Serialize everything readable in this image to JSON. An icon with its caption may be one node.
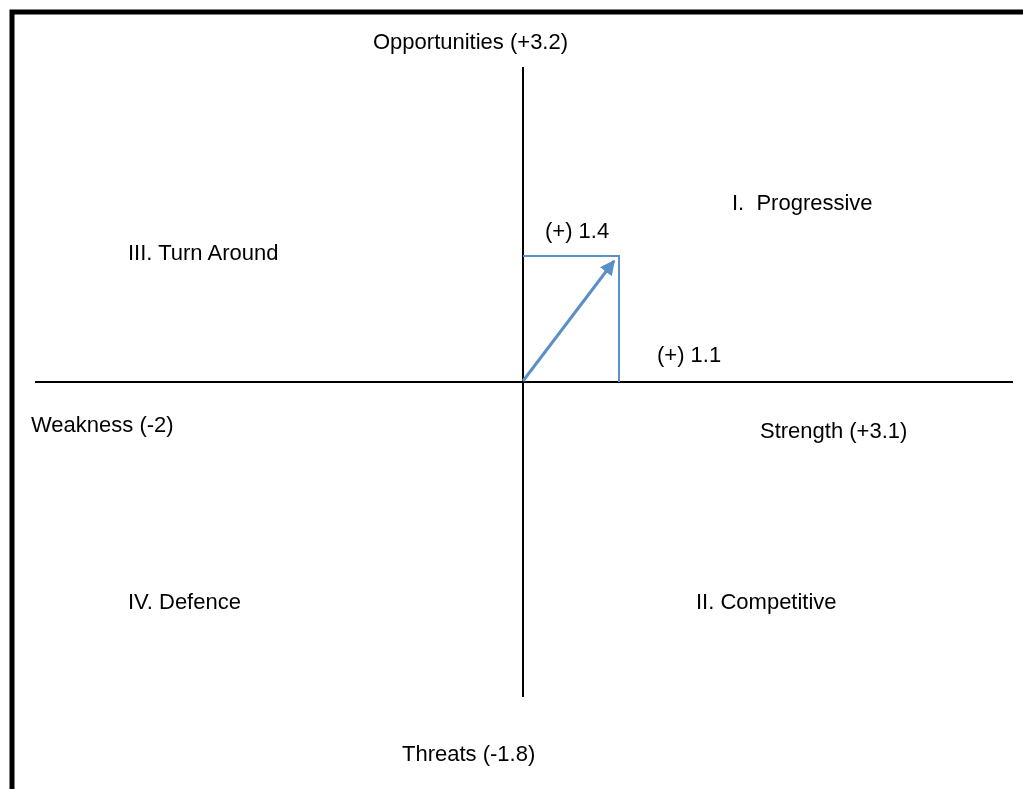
{
  "diagram": {
    "labels": [
      "Opportunities (+3.2)",
      "I.  Progressive",
      "(+) 1.4",
      "III. Turn Around",
      "(+) 1.1",
      "Weakness (-2)",
      "Strength (+3.1)",
      "IV. Defence",
      "II. Competitive",
      "Threats (-1.8)"
    ]
  }
}
